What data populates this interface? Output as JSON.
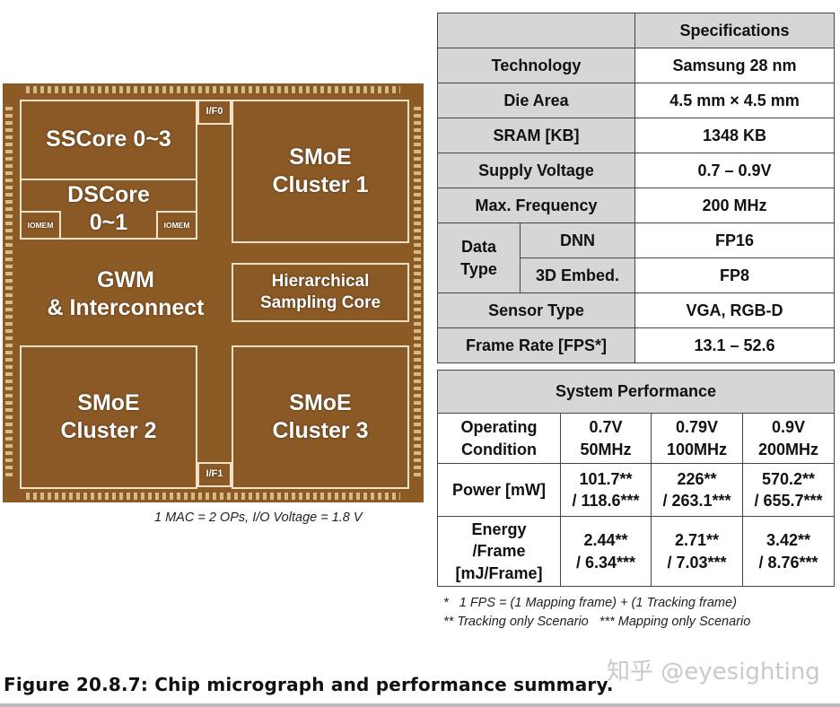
{
  "micrograph": {
    "ssc": "SSCore 0~3",
    "dsc": "DSCore\n0~1",
    "iomem_left": "IOMEM",
    "iomem_right": "IOMEM",
    "if0": "I/F0",
    "if1": "I/F1",
    "smoe1": "SMoE\nCluster 1",
    "smoe2": "SMoE\nCluster 2",
    "smoe3": "SMoE\nCluster 3",
    "gwm": "GWM\n& Interconnect",
    "hsc": "Hierarchical\nSampling Core",
    "caption": "1 MAC = 2 OPs, I/O Voltage = 1.8 V"
  },
  "spec_table": {
    "header": "Specifications",
    "technology": {
      "label": "Technology",
      "value": "Samsung 28 nm"
    },
    "die_area": {
      "label": "Die Area",
      "value": "4.5 mm × 4.5 mm"
    },
    "sram": {
      "label": "SRAM [KB]",
      "value": "1348 KB"
    },
    "supply": {
      "label": "Supply Voltage",
      "value": "0.7 – 0.9V"
    },
    "freq": {
      "label": "Max. Frequency",
      "value": "200 MHz"
    },
    "data_type": {
      "label": "Data\nType",
      "dnn_label": "DNN",
      "dnn_value": "FP16",
      "emb_label": "3D Embed.",
      "emb_value": "FP8"
    },
    "sensor": {
      "label": "Sensor Type",
      "value": "VGA, RGB-D"
    },
    "frame_rate": {
      "label": "Frame Rate [FPS*]",
      "value": "13.1 – 52.6"
    }
  },
  "perf_table": {
    "title": "System Performance",
    "cond_label": "Operating\nCondition",
    "cond": [
      "0.7V\n50MHz",
      "0.79V\n100MHz",
      "0.9V\n200MHz"
    ],
    "power_label": "Power [mW]",
    "power": [
      "101.7**\n/ 118.6***",
      "226**\n/ 263.1***",
      "570.2**\n/ 655.7***"
    ],
    "energy_label": "Energy\n/Frame\n[mJ/Frame]",
    "energy": [
      "2.44**\n/ 6.34***",
      "2.71**\n/ 7.03***",
      "3.42**\n/ 8.76***"
    ]
  },
  "notes": {
    "line1": "*   1 FPS = (1 Mapping frame) + (1 Tracking frame)",
    "line2": "** Tracking only Scenario   *** Mapping only Scenario"
  },
  "figure_caption": "Figure 20.8.7: Chip micrograph and performance summary.",
  "watermark": "知乎 @eyesighting",
  "colors": {
    "die": "#8c5a25",
    "block_border": "#efe2c6",
    "table_gray": "#d6d6d6"
  }
}
